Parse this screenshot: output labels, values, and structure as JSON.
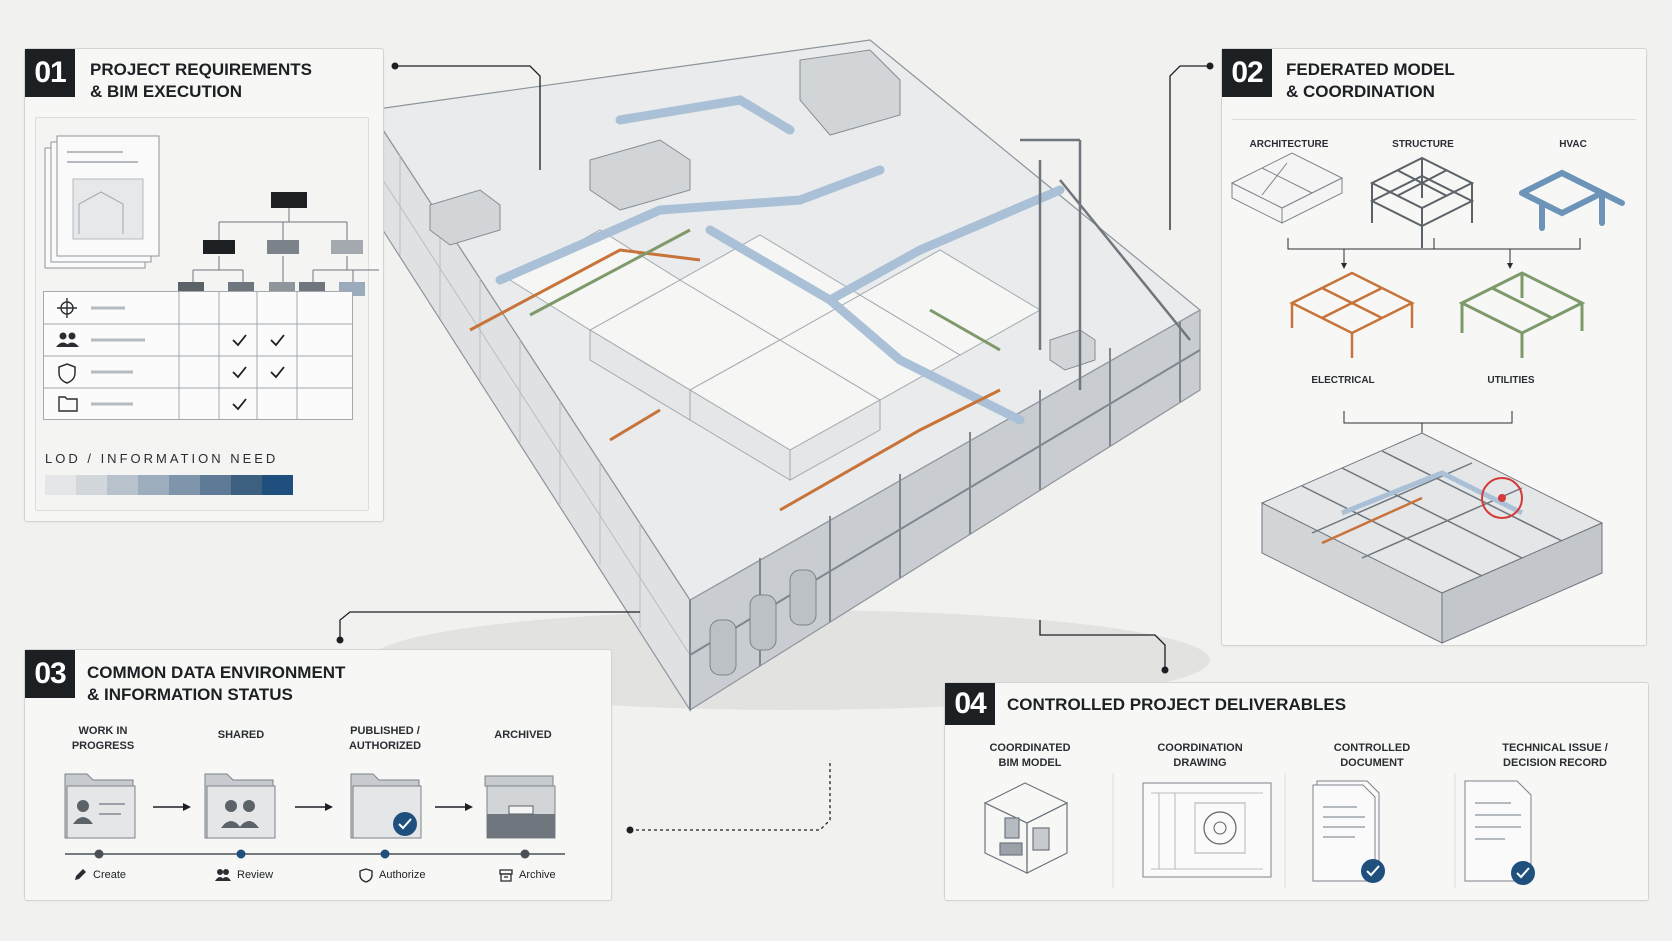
{
  "panels": {
    "p01": {
      "number": "01",
      "title": "PROJECT REQUIREMENTS\n& BIM EXECUTION",
      "lod_label": "LOD / INFORMATION NEED"
    },
    "p02": {
      "number": "02",
      "title": "FEDERATED MODEL\n& COORDINATION",
      "disciplines": {
        "architecture": "ARCHITECTURE",
        "structure": "STRUCTURE",
        "hvac": "HVAC",
        "electrical": "ELECTRICAL",
        "utilities": "UTILITIES"
      }
    },
    "p03": {
      "number": "03",
      "title": "COMMON DATA ENVIRONMENT\n& INFORMATION STATUS",
      "stages": [
        {
          "label": "WORK IN\nPROGRESS",
          "action": "Create"
        },
        {
          "label": "SHARED",
          "action": "Review"
        },
        {
          "label": "PUBLISHED /\nAUTHORIZED",
          "action": "Authorize"
        },
        {
          "label": "ARCHIVED",
          "action": "Archive"
        }
      ]
    },
    "p04": {
      "number": "04",
      "title": "CONTROLLED PROJECT DELIVERABLES",
      "items": [
        {
          "label": "COORDINATED\nBIM MODEL"
        },
        {
          "label": "COORDINATION\nDRAWING"
        },
        {
          "label": "CONTROLLED\nDOCUMENT"
        },
        {
          "label": "TECHNICAL ISSUE /\nDECISION RECORD"
        }
      ]
    }
  },
  "colors": {
    "dark": "#1c2023",
    "accent_blue": "#1e4f7d",
    "duct_blue": "#a9c0d6",
    "electrical_orange": "#c8733a",
    "utilities_green": "#7f9a6a",
    "clash_red": "#d43a3a"
  },
  "icons": {
    "create": "pencil-icon",
    "review": "users-icon",
    "authorize": "shield-icon",
    "archive": "archive-box-icon"
  }
}
